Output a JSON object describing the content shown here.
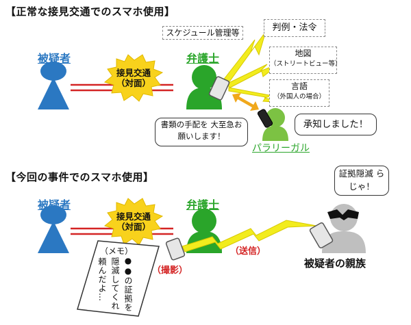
{
  "sections": [
    {
      "title": "【正常な接見交通でのスマホ使用】"
    },
    {
      "title": "【今回の事件でのスマホ使用】"
    }
  ],
  "top": {
    "suspect": "被疑者",
    "meeting_line1": "接見交通",
    "meeting_line2": "（対面）",
    "lawyer": "弁護士",
    "schedule": "スケジュール管理等",
    "judgment": "判例・法令",
    "map": "地図",
    "map_sub": "（ストリートビュー等）",
    "language": "言語",
    "language_sub": "（外国人の場合）",
    "request": "書類の手配を 大至急お願いします！",
    "reply": "承知しました！",
    "paralegal": "パラリーガル"
  },
  "bottom": {
    "suspect": "被疑者",
    "meeting_line1": "接見交通",
    "meeting_line2": "（対面）",
    "lawyer": "弁護士",
    "destroy_bubble": "証拠隠滅 らじゃ！",
    "relatives": "被疑者の親族",
    "send": "（送信）",
    "photo": "（撮影）",
    "memo_label": "（メモ）",
    "memo_col1": "●●の証拠を",
    "memo_col2": "隠滅してくれ",
    "memo_col3": "頼んだよ…"
  },
  "colors": {
    "blue": "#2b78c2",
    "green": "#2aa52a",
    "burst": "#f8d21c",
    "lightning": "#f2ec1e",
    "arrow": "#f0a81c",
    "red": "#d42424",
    "gray": "#bfbfbf"
  }
}
